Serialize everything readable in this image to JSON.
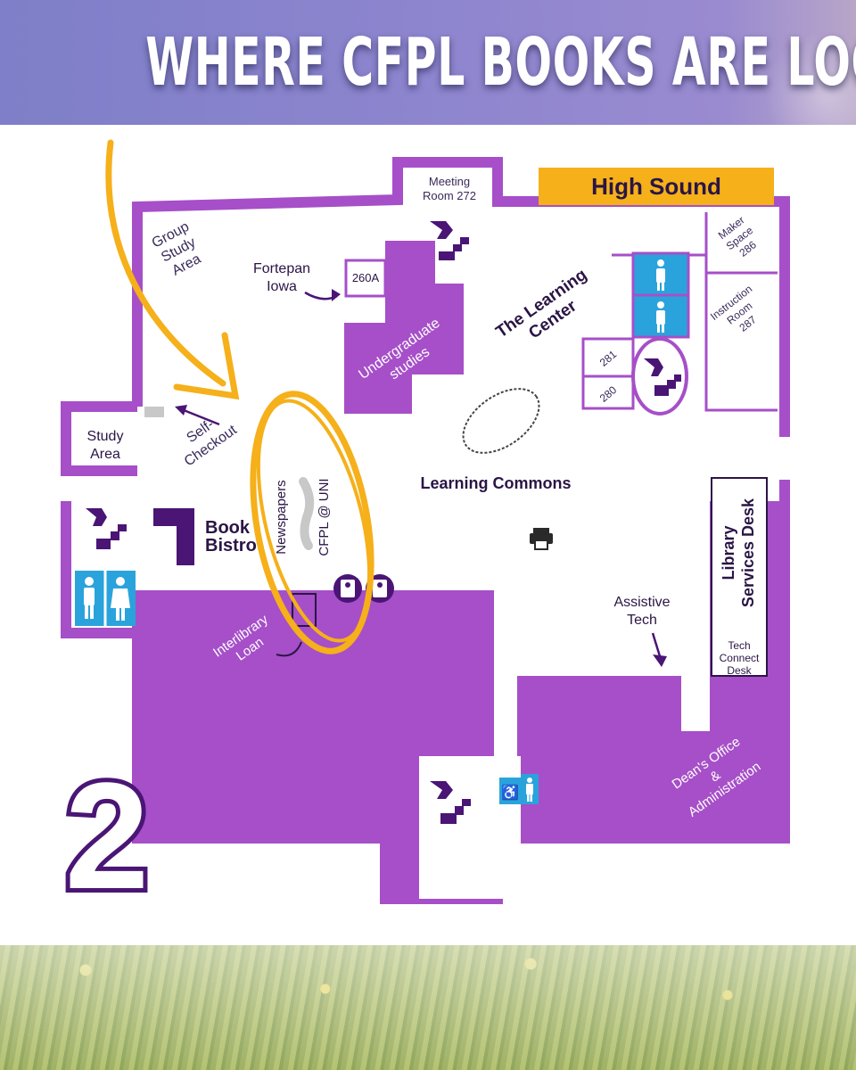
{
  "banner": {
    "title": "WHERE CFPL BOOKS ARE LOCATED"
  },
  "map": {
    "floor_number": "2",
    "labels": {
      "meeting_room": [
        "Meeting",
        "Room 272"
      ],
      "high_sound": "High Sound",
      "group_study": [
        "Group",
        "Study",
        "Area"
      ],
      "fortepan": [
        "Fortepan",
        "Iowa"
      ],
      "room_260a": "260A",
      "undergraduate": [
        "Undergraduate",
        "studies"
      ],
      "learning_center": [
        "The Learning",
        "Center"
      ],
      "maker_space": [
        "Maker",
        "Space",
        "286"
      ],
      "instruction_room": [
        "Instruction",
        "Room",
        "287"
      ],
      "room_281": "281",
      "room_280": "280",
      "study_area": [
        "Study",
        "Area"
      ],
      "self_checkout": [
        "Self-",
        "Checkout"
      ],
      "newspapers": "Newspapers",
      "cfpl_uni": "CFPL @ UNI",
      "learning_commons": "Learning Commons",
      "book_bistro": [
        "Book",
        "Bistro"
      ],
      "library_services_desk": [
        "Library",
        "Services Desk"
      ],
      "interlibrary_loan": [
        "Interlibrary",
        "Loan"
      ],
      "assistive_tech": [
        "Assistive",
        "Tech"
      ],
      "tech_connect_desk": [
        "Tech",
        "Connect",
        "Desk"
      ],
      "deans_office": [
        "Dean's Office",
        "&",
        "Administration"
      ]
    },
    "colors": {
      "purple": "#a64fc8",
      "dark_purple": "#4a1575",
      "orange": "#f5b01a",
      "blue": "#2aa3dc",
      "wall": "#a64fc8"
    },
    "icons": [
      "stairs-icon",
      "restroom-icon",
      "elevator-icon",
      "printer-icon",
      "accessible-icon",
      "arrow-icon"
    ]
  }
}
